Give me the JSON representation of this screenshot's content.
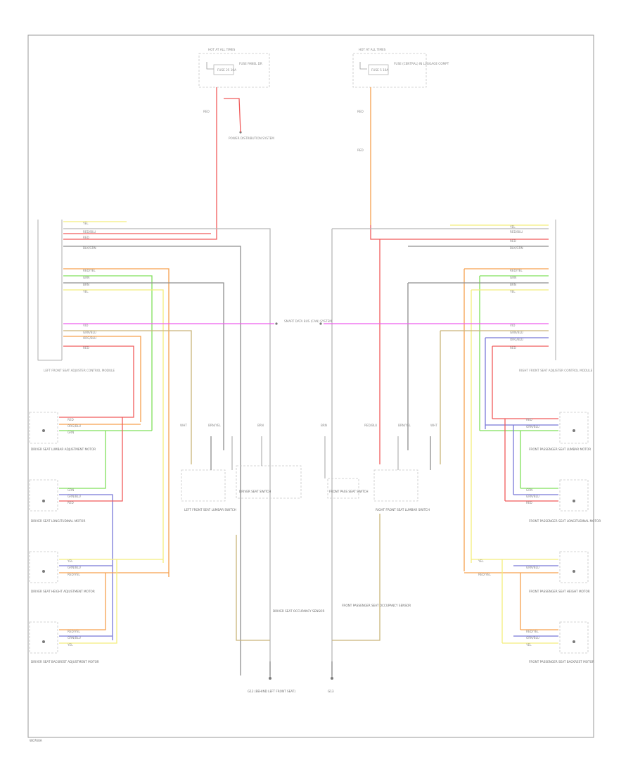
{
  "diagram": {
    "footer_code": "W07E0A",
    "fuse_boxes": [
      {
        "head": "HOT AT ALL TIMES",
        "fuse": "FUSE 25 10A",
        "desc": "FUSE PANEL DR"
      },
      {
        "head": "HOT AT ALL TIMES",
        "fuse": "FUSE 5 10A",
        "desc": "FUSE (CENTRAL) IN LUGGAGE COMPT"
      }
    ],
    "splice": "POWER DISTRIBUTION SYSTEM",
    "data_bus": "SMART DATA BUS (CAN) SYSTEM",
    "modules": [
      "LEFT FRONT SEAT ADJUSTER CONTROL MODULE",
      "RIGHT FRONT SEAT ADJUSTER CONTROL MODULE"
    ],
    "left_devices": [
      "DRIVER SEAT LUMBAR ADJUSTMENT MOTOR",
      "DRIVER SEAT LONGITUDINAL MOTOR",
      "DRIVER SEAT HEIGHT ADJUSTMENT MOTOR",
      "DRIVER SEAT BACKREST ADJUSTMENT MOTOR"
    ],
    "right_devices": [
      "FRONT PASSENGER SEAT LUMBAR MOTOR",
      "FRONT PASSENGER SEAT LONGITUDINAL MOTOR",
      "FRONT PASSENGER SEAT HEIGHT MOTOR",
      "FRONT PASSENGER SEAT BACKREST MOTOR"
    ],
    "switches": [
      "LEFT FRONT SEAT LUMBAR SWITCH",
      "DRIVER SEAT SWITCH",
      "FRONT PASS SEAT SWITCH",
      "RIGHT FRONT SEAT LUMBAR SWITCH"
    ],
    "sensors": [
      "DRIVER SEAT OCCUPANCY SENSOR",
      "FRONT PASSENGER SEAT OCCUPANCY SENSOR"
    ],
    "grounds": [
      "G12 (BEHIND LEFT FRONT SEAT)",
      "G13"
    ],
    "wire_labels": {
      "red": "RED",
      "red_blu": "RED/BLU",
      "yel": "YEL",
      "grn": "GRN",
      "brn": "BRN",
      "blk_grn": "BLK/GRN",
      "red_yel": "RED/YEL",
      "grn_blu": "GRN/BLU",
      "brn_yel": "BRN/YEL",
      "org_blu": "ORG/BLU",
      "vio": "VIO",
      "wht": "WHT"
    }
  }
}
